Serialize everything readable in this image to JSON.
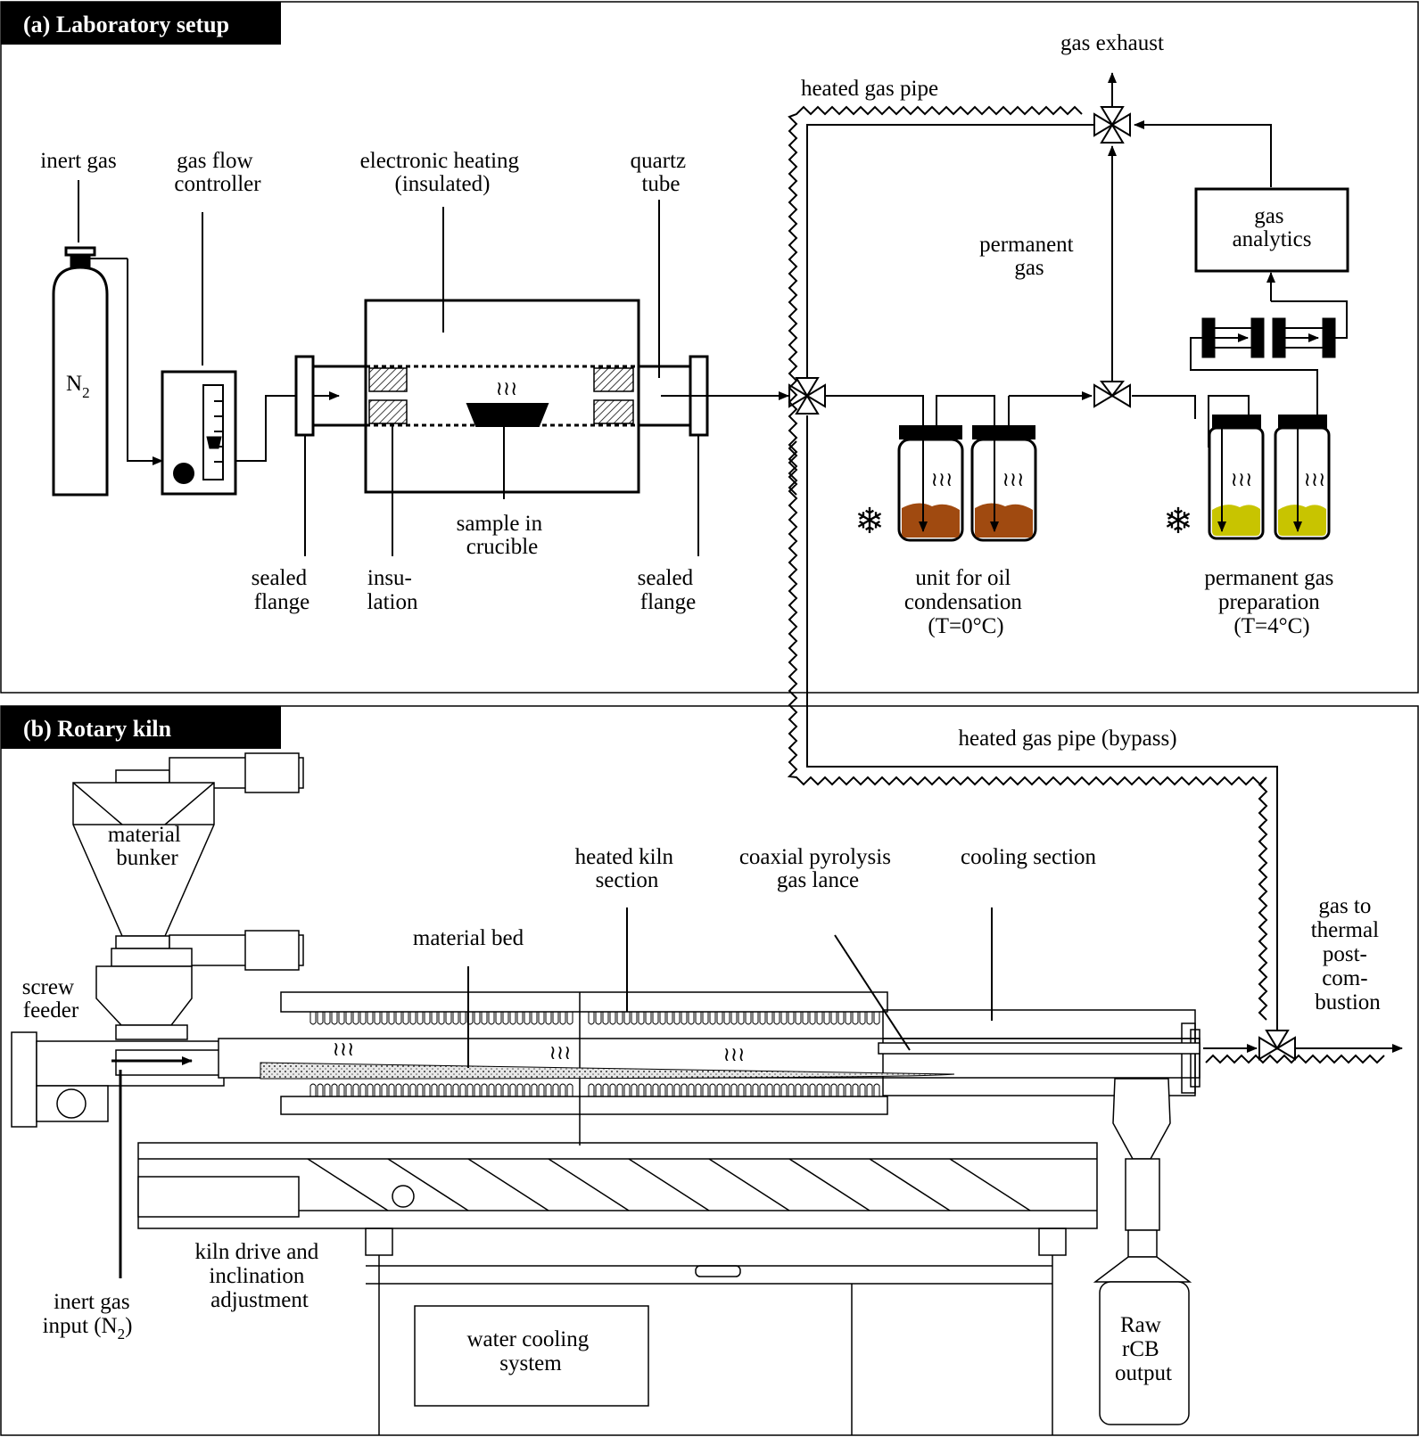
{
  "panels": {
    "a": {
      "title": "(a) Laboratory setup"
    },
    "b": {
      "title": "(b) Rotary kiln"
    }
  },
  "lab": {
    "inert_gas": "inert gas",
    "n2_main": "N",
    "n2_sub": "2",
    "gas_flow_controller": [
      "gas flow",
      "controller"
    ],
    "electronic_heating": [
      "electronic heating",
      "(insulated)"
    ],
    "quartz_tube": [
      "quartz",
      "tube"
    ],
    "sample_in_crucible": [
      "sample in",
      "crucible"
    ],
    "sealed_flange_left": [
      "sealed",
      "flange"
    ],
    "insulation": [
      "insu-",
      "lation"
    ],
    "sealed_flange_right": [
      "sealed",
      "flange"
    ],
    "heated_gas_pipe": "heated gas pipe",
    "gas_exhaust": "gas exhaust",
    "permanent_gas": [
      "permanent",
      "gas"
    ],
    "gas_analytics": [
      "gas",
      "analytics"
    ],
    "oil_condensation": [
      "unit for oil",
      "condensation",
      "(T=0°C)"
    ],
    "permanent_gas_prep": [
      "permanent gas",
      "preparation",
      "(T=4°C)"
    ]
  },
  "kiln": {
    "heated_gas_pipe_bypass": "heated gas pipe (bypass)",
    "material_bunker": [
      "material",
      "bunker"
    ],
    "heated_kiln_section": [
      "heated kiln",
      "section"
    ],
    "coaxial_lance": [
      "coaxial pyrolysis",
      "gas lance"
    ],
    "cooling_section": "cooling section",
    "gas_to_postcombustion": [
      "gas to",
      "thermal",
      "post-",
      "com-",
      "bustion"
    ],
    "material_bed": "material bed",
    "screw_feeder": [
      "screw",
      "feeder"
    ],
    "kiln_drive": [
      "kiln drive and",
      "inclination",
      "adjustment"
    ],
    "inert_gas_input_line1": "inert gas",
    "inert_gas_input_line2": "input (N",
    "inert_gas_input_sub": "2",
    "inert_gas_input_close": ")",
    "water_cooling": [
      "water cooling",
      "system"
    ],
    "raw_rcb": [
      "Raw",
      "rCB",
      "output"
    ]
  },
  "colors": {
    "oil": "#a04a10",
    "permanent_liquid": "#c8c400",
    "ink": "#000000",
    "panel_title_bg": "#000000"
  },
  "icons": {
    "heat": "heat-wave-icon",
    "cooling": "snowflake-icon",
    "valve": "valve-icon"
  }
}
